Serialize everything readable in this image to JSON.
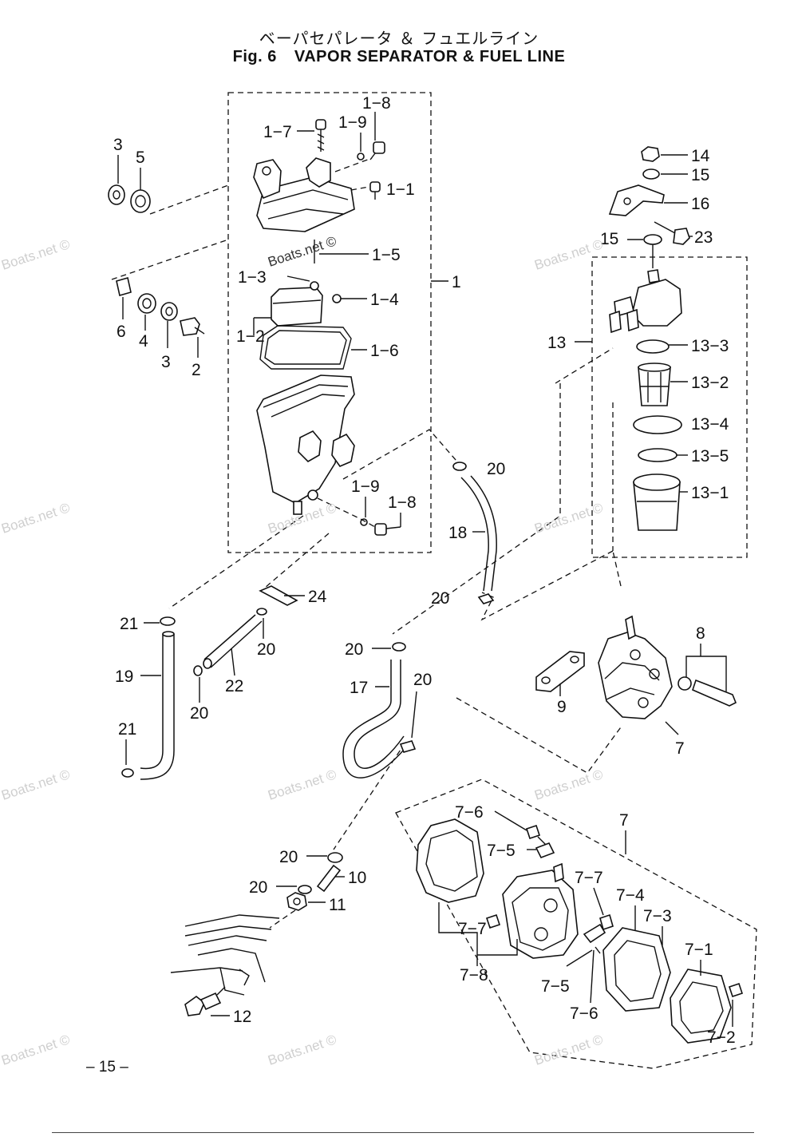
{
  "header": {
    "title_jp": "ベーパセパレータ ＆ フュエルライン",
    "fig_label": "Fig. 6",
    "title_en": "VAPOR SEPARATOR & FUEL LINE"
  },
  "footer": {
    "page_number": "– 15 –"
  },
  "watermark": "Boats.net ©",
  "labels": {
    "p1_8a": "1−8",
    "p1_7": "1−7",
    "p1_9a": "1−9",
    "p1_1": "1−1",
    "p1_5": "1−5",
    "p1": "1",
    "p1_3": "1−3",
    "p1_4": "1−4",
    "p1_2": "1−2",
    "p1_6": "1−6",
    "p1_9b": "1−9",
    "p1_8b": "1−8",
    "p3a": "3",
    "p5": "5",
    "p6": "6",
    "p4": "4",
    "p3b": "3",
    "p2": "2",
    "p14": "14",
    "p15a": "15",
    "p16": "16",
    "p15b": "15",
    "p23": "23",
    "p13": "13",
    "p13_3": "13−3",
    "p13_2": "13−2",
    "p13_4": "13−4",
    "p13_5": "13−5",
    "p13_1": "13−1",
    "p20a": "20",
    "p18": "18",
    "p20b": "20",
    "p24": "24",
    "p21a": "21",
    "p20c": "20",
    "p19": "19",
    "p22": "22",
    "p20d": "20",
    "p20e": "20",
    "p17": "17",
    "p20f": "20",
    "p21b": "21",
    "p8": "8",
    "p9": "9",
    "p7a": "7",
    "p7b": "7",
    "p7_6a": "7−6",
    "p7_5a": "7−5",
    "p7_7a": "7−7",
    "p7_4": "7−4",
    "p7_3": "7−3",
    "p7_7b": "7−7",
    "p7_1": "7−1",
    "p7_8": "7−8",
    "p7_5b": "7−5",
    "p7_6b": "7−6",
    "p7_2": "7−2",
    "p20g": "20",
    "p10": "10",
    "p20h": "20",
    "p11": "11",
    "p12": "12"
  }
}
